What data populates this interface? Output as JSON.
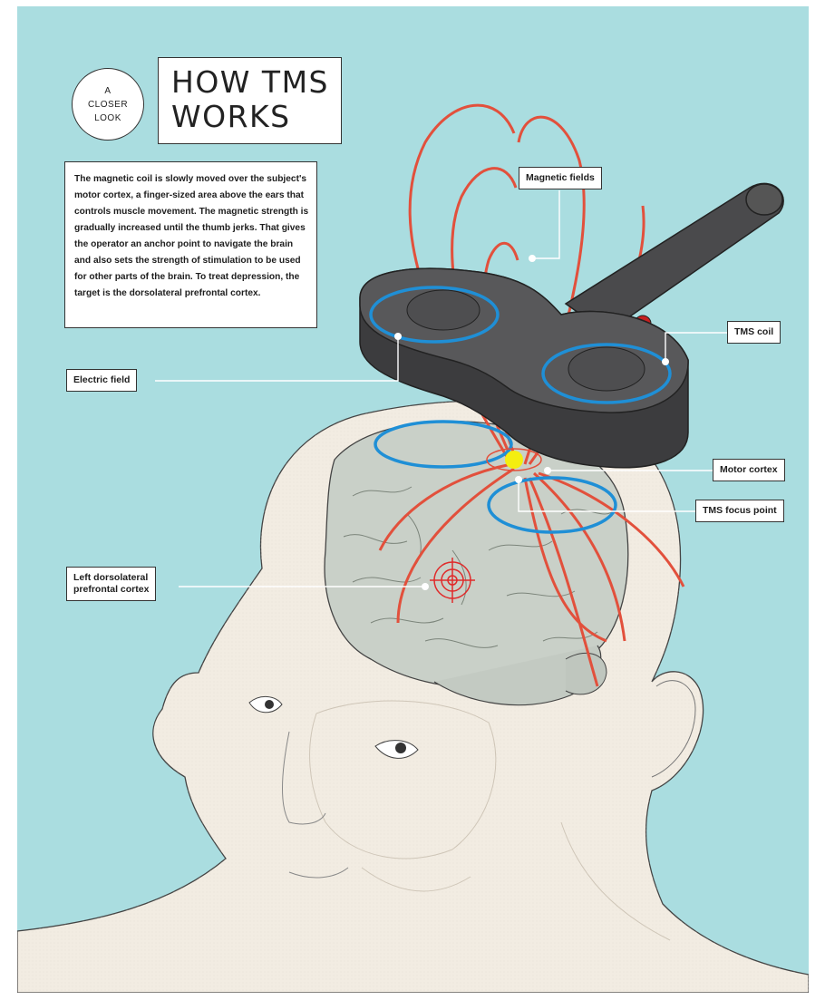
{
  "badge": {
    "line1": "A",
    "line2": "CLOSER",
    "line3": "LOOK"
  },
  "title": {
    "line1": "HOW TMS",
    "line2": "WORKS"
  },
  "description": "The magnetic coil is slowly moved over the subject's motor cortex, a finger-sized area above the ears that controls muscle movement. The magnetic strength is gradually increased until the thumb jerks. That gives the operator an anchor point to navigate the brain and also sets the strength of stimulation to be used for other parts of the brain. To treat depression, the target is the dorsolateral prefrontal cortex.",
  "labels": {
    "magnetic_fields": "Magnetic fields",
    "tms_coil": "TMS coil",
    "electric_field": "Electric field",
    "motor_cortex": "Motor cortex",
    "tms_focus_point": "TMS focus point",
    "ldpfc_line1": "Left dorsolateral",
    "ldpfc_line2": "prefrontal cortex"
  },
  "colors": {
    "background": "#aadde0",
    "skin": "#f2ece2",
    "brain": "#c9d0c8",
    "coil": "#4a4a4c",
    "magnetic_field": "#e2503c",
    "electric_field": "#1f8fd6",
    "focus_point": "#f4ee10",
    "target": "#e02a2a"
  }
}
